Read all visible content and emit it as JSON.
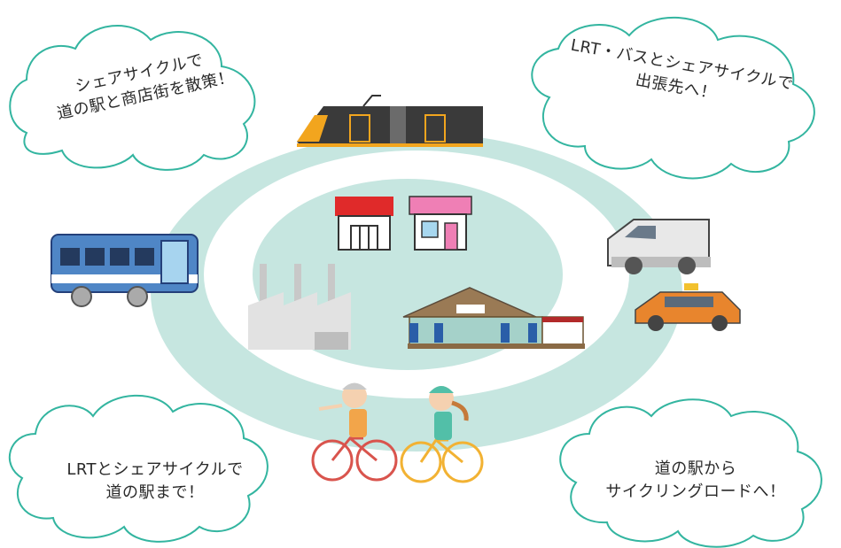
{
  "bubbles": {
    "top_left": {
      "line1": "シェアサイクルで",
      "line2": "道の駅と商店街を散策！"
    },
    "top_right": {
      "line1": "LRT・バスとシェアサイクルで",
      "line2": "出張先へ！"
    },
    "bottom_left": {
      "line1": "LRTとシェアサイクルで",
      "line2": "道の駅まで！"
    },
    "bottom_right": {
      "line1": "道の駅から",
      "line2": "サイクリングロードへ！"
    }
  },
  "colors": {
    "ring": "#bfe3dd",
    "cloud_stroke": "#33b5a0",
    "lrt_body": "#3c3c3c",
    "lrt_accent": "#f2a51e",
    "bus_body": "#4f86c6",
    "taxi": "#e8852d"
  },
  "icons": [
    "lrt-train-icon",
    "shop-red-icon",
    "shop-pink-icon",
    "factory-icon",
    "michi-no-eki-building-icon",
    "bus-icon",
    "van-icon",
    "taxi-icon",
    "cyclist-icon"
  ]
}
